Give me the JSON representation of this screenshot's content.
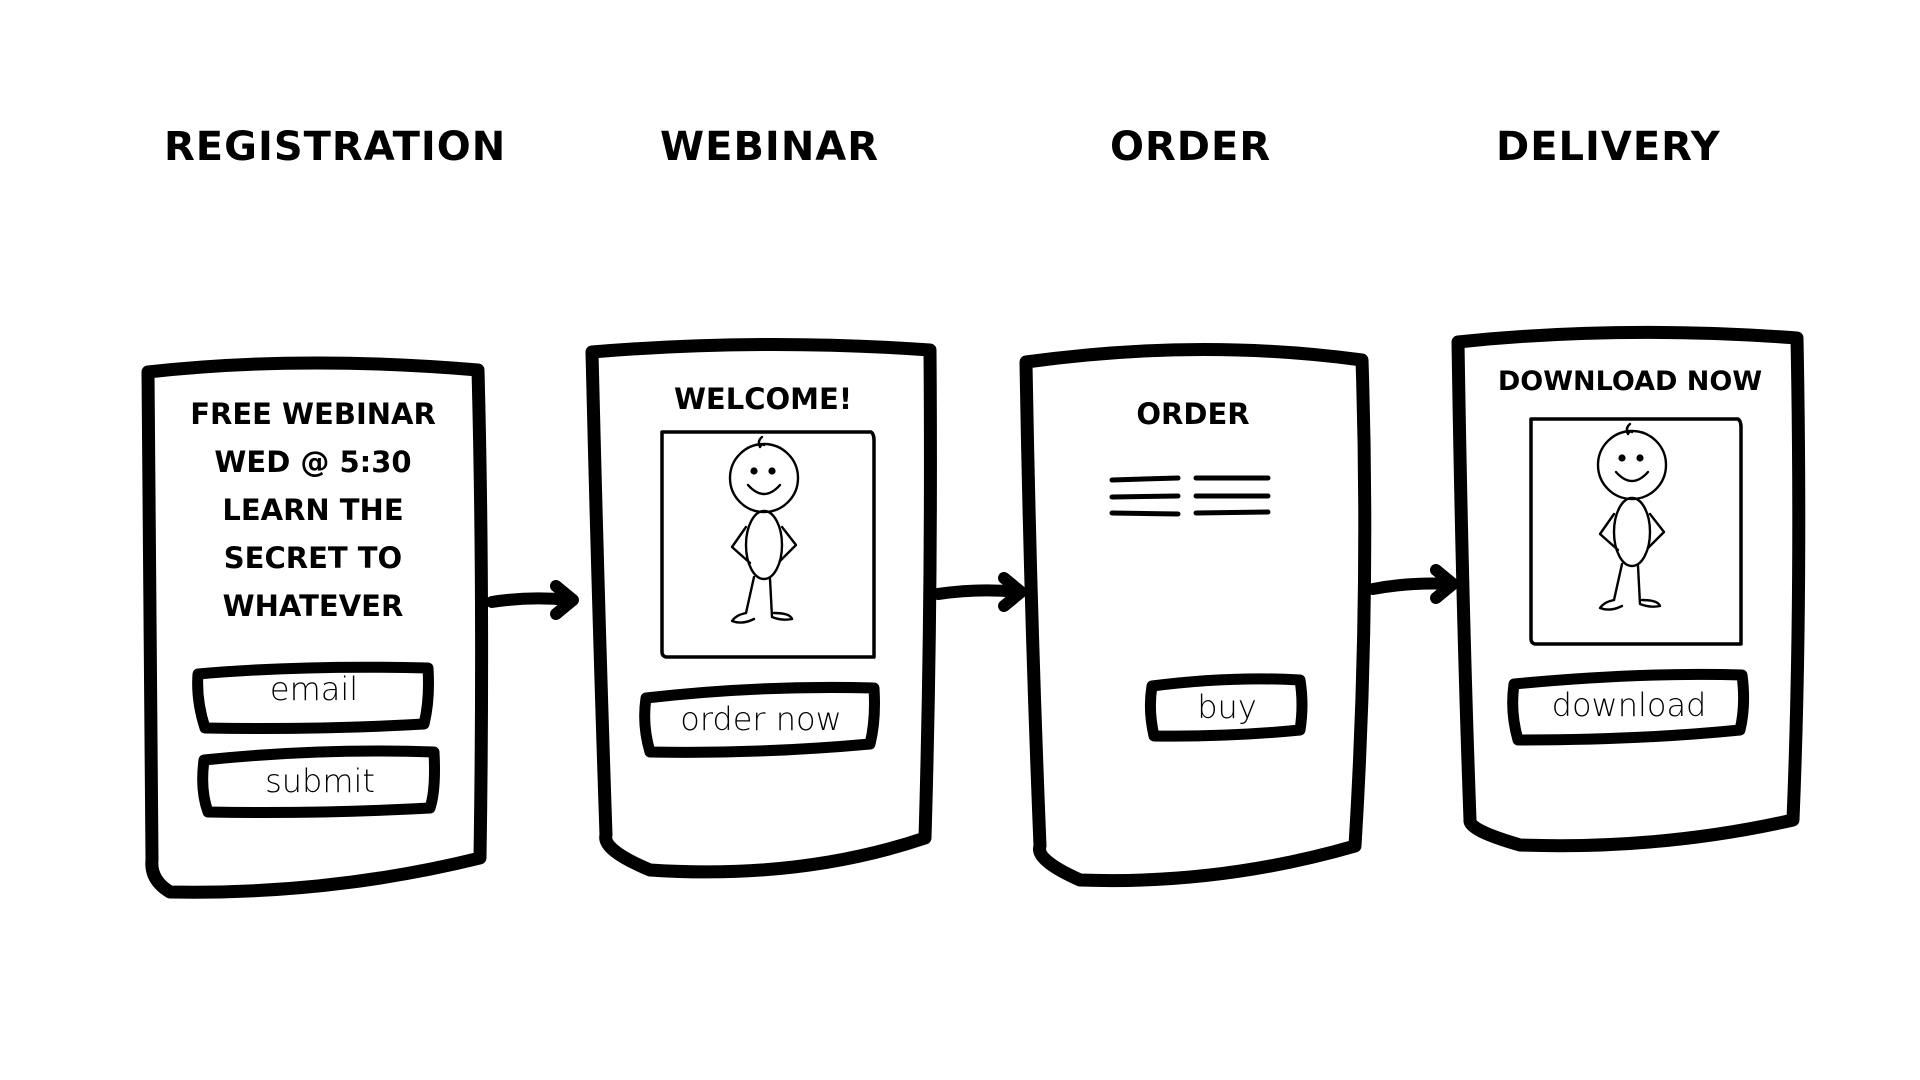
{
  "headings": {
    "registration": "REGISTRATION",
    "webinar": "WEBINAR",
    "order": "ORDER",
    "delivery": "DELIVERY"
  },
  "registration_page": {
    "text": [
      "FREE WEBINAR",
      "WED @ 5:30",
      "LEARN THE",
      "SECRET TO",
      "WHATEVER"
    ],
    "email_label": "email",
    "submit_label": "submit"
  },
  "webinar_page": {
    "title": "WELCOME!",
    "button_label": "order now"
  },
  "order_page": {
    "title": "ORDER",
    "button_label": "buy"
  },
  "delivery_page": {
    "title": "DOWNLOAD NOW",
    "button_label": "download"
  },
  "colors": {
    "ink": "#000000",
    "background": "#ffffff"
  }
}
